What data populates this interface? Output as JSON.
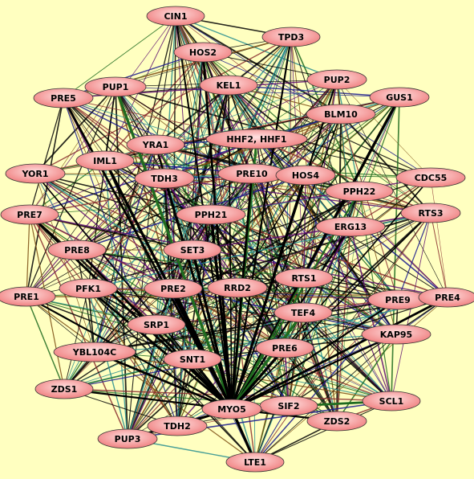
{
  "canvas": {
    "background": "#ffffc0"
  },
  "style": {
    "node_fill_center": "#ffe0e0",
    "node_fill_edge": "#f08080",
    "edge_colors": [
      "#000000",
      "#000000",
      "#000000",
      "#5a0a6e",
      "#1f6b1f",
      "#8b2f2f",
      "#1a1a8c",
      "#2a8f8f",
      "#7a4b10"
    ]
  },
  "nodes": [
    {
      "id": "CIN1",
      "label": "CIN1"
    },
    {
      "id": "TPD3",
      "label": "TPD3"
    },
    {
      "id": "HOS2",
      "label": "HOS2"
    },
    {
      "id": "PUP1",
      "label": "PUP1"
    },
    {
      "id": "KEL1",
      "label": "KEL1"
    },
    {
      "id": "PUP2",
      "label": "PUP2"
    },
    {
      "id": "PRE5",
      "label": "PRE5"
    },
    {
      "id": "GUS1",
      "label": "GUS1"
    },
    {
      "id": "BLM10",
      "label": "BLM10"
    },
    {
      "id": "YRA1",
      "label": "YRA1"
    },
    {
      "id": "HHF2",
      "label": "HHF2, HHF1"
    },
    {
      "id": "IML1",
      "label": "IML1"
    },
    {
      "id": "YOR1",
      "label": "YOR1"
    },
    {
      "id": "TDH3",
      "label": "TDH3"
    },
    {
      "id": "PRE10",
      "label": "PRE10"
    },
    {
      "id": "HOS4",
      "label": "HOS4"
    },
    {
      "id": "CDC55",
      "label": "CDC55"
    },
    {
      "id": "PPH22",
      "label": "PPH22"
    },
    {
      "id": "PRE7",
      "label": "PRE7"
    },
    {
      "id": "PPH21",
      "label": "PPH21"
    },
    {
      "id": "RTS3",
      "label": "RTS3"
    },
    {
      "id": "ERG13",
      "label": "ERG13"
    },
    {
      "id": "PRE8",
      "label": "PRE8"
    },
    {
      "id": "SET3",
      "label": "SET3"
    },
    {
      "id": "RTS1",
      "label": "RTS1"
    },
    {
      "id": "PRE1",
      "label": "PRE1"
    },
    {
      "id": "PFK1",
      "label": "PFK1"
    },
    {
      "id": "PRE2",
      "label": "PRE2"
    },
    {
      "id": "RRD2",
      "label": "RRD2"
    },
    {
      "id": "PRE9",
      "label": "PRE9"
    },
    {
      "id": "PRE4",
      "label": "PRE4"
    },
    {
      "id": "TEF4",
      "label": "TEF4"
    },
    {
      "id": "SRP1",
      "label": "SRP1"
    },
    {
      "id": "KAP95",
      "label": "KAP95"
    },
    {
      "id": "YBL104C",
      "label": "YBL104C"
    },
    {
      "id": "PRE6",
      "label": "PRE6"
    },
    {
      "id": "SNT1",
      "label": "SNT1"
    },
    {
      "id": "ZDS1",
      "label": "ZDS1"
    },
    {
      "id": "SCL1",
      "label": "SCL1"
    },
    {
      "id": "SIF2",
      "label": "SIF2"
    },
    {
      "id": "MYO5",
      "label": "MYO5"
    },
    {
      "id": "TDH2",
      "label": "TDH2"
    },
    {
      "id": "ZDS2",
      "label": "ZDS2"
    },
    {
      "id": "PUP3",
      "label": "PUP3"
    },
    {
      "id": "LTE1",
      "label": "LTE1"
    }
  ],
  "edge_pattern": {
    "density": 0.55
  },
  "hub_edges": [
    {
      "source": "MYO5",
      "targets": [
        "CIN1",
        "TPD3",
        "HOS2",
        "PUP1",
        "KEL1",
        "PUP2",
        "PRE5",
        "GUS1",
        "BLM10",
        "YRA1",
        "HHF2",
        "IML1",
        "YOR1",
        "TDH3",
        "PRE10",
        "HOS4",
        "CDC55",
        "PPH22",
        "PRE7",
        "PPH21",
        "RTS3",
        "ERG13",
        "PRE8",
        "SET3",
        "RTS1",
        "PRE1",
        "PFK1",
        "PRE2",
        "RRD2",
        "PRE9",
        "PRE4",
        "TEF4",
        "SRP1",
        "KAP95",
        "YBL104C",
        "PRE6",
        "SNT1",
        "ZDS1",
        "SCL1",
        "SIF2",
        "TDH2",
        "ZDS2",
        "PUP3",
        "LTE1"
      ]
    }
  ]
}
